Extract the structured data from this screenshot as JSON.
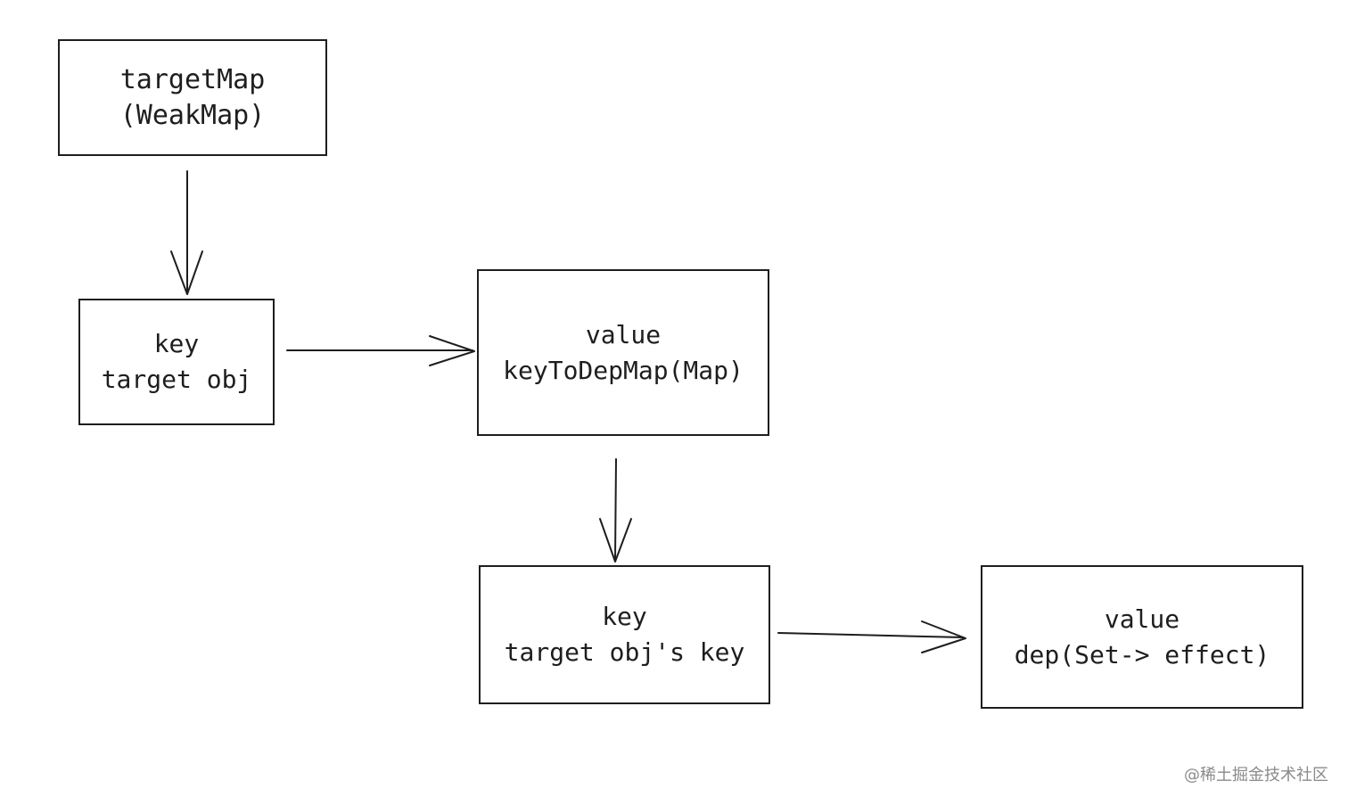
{
  "diagram": {
    "nodes": [
      {
        "id": "targetmap",
        "lines": [
          "targetMap",
          "(WeakMap)"
        ]
      },
      {
        "id": "key-target",
        "lines": [
          "key",
          "target obj"
        ]
      },
      {
        "id": "value-keydep",
        "lines": [
          "value",
          "keyToDepMap(Map)"
        ]
      },
      {
        "id": "key-objkey",
        "lines": [
          "key",
          "target obj's key"
        ]
      },
      {
        "id": "value-dep",
        "lines": [
          "value",
          "dep(Set-> effect)"
        ]
      }
    ],
    "edges": [
      {
        "from": "targetmap",
        "to": "key-target"
      },
      {
        "from": "key-target",
        "to": "value-keydep"
      },
      {
        "from": "value-keydep",
        "to": "key-objkey"
      },
      {
        "from": "key-objkey",
        "to": "value-dep"
      }
    ]
  },
  "watermark": "@稀土掘金技术社区"
}
